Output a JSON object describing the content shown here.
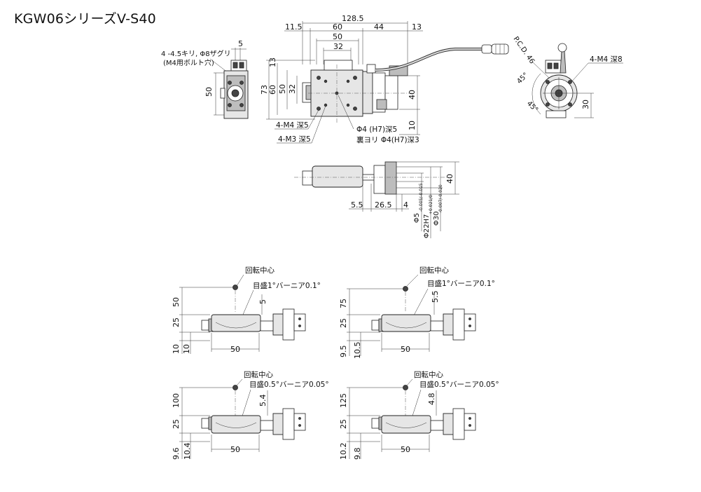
{
  "title": "KGW06シリーズV-S40",
  "top_view": {
    "dims": [
      "128.5",
      "11.5",
      "60",
      "44",
      "13",
      "50",
      "32",
      "73",
      "60",
      "50",
      "32",
      "13",
      "40",
      "10"
    ],
    "labels": {
      "m4": "4-M4 深5",
      "m3": "4-M3 深5",
      "phi4": "Φ4 (H7)深5",
      "phi4_back": "裏ヨリ Φ4(H7)深3"
    }
  },
  "left_view": {
    "note_line1": "4 -4.5キリ, Φ8ザグリ",
    "note_line2": "(M4用ボルト穴)",
    "dims": [
      "5",
      "50"
    ]
  },
  "right_view": {
    "pcd": "P.C.D. 46",
    "m4": "4-M4 深8",
    "angle1": "45°",
    "angle2": "45°",
    "dim": "30"
  },
  "side_view": {
    "dims": [
      "5.5",
      "26.5",
      "4",
      "40"
    ],
    "phi5": "Φ5",
    "phi5_tol": "-0.005/-0.015",
    "phi22": "Φ22H7",
    "phi22_tol": "+0.021/0",
    "phi30": "Φ30",
    "phi30_tol": "-0.007/-0.020"
  },
  "variants": [
    {
      "center": "回転中心",
      "scale": "目盛1°バーニア0.1°",
      "height": "50",
      "step": "5",
      "body": "25",
      "base1": "10",
      "base2": "10",
      "width": "50"
    },
    {
      "center": "回転中心",
      "scale": "目盛1°バーニア0.1°",
      "height": "75",
      "step": "5.5",
      "body": "25",
      "base1": "9.5",
      "base2": "10.5",
      "width": "50"
    },
    {
      "center": "回転中心",
      "scale": "目盛0.5°バーニア0.05°",
      "height": "100",
      "step": "5.4",
      "body": "25",
      "base1": "9.6",
      "base2": "10.4",
      "width": "50"
    },
    {
      "center": "回転中心",
      "scale": "目盛0.5°バーニア0.05°",
      "height": "125",
      "step": "4.8",
      "body": "25",
      "base1": "10.2",
      "base2": "9.8",
      "width": "50"
    }
  ]
}
